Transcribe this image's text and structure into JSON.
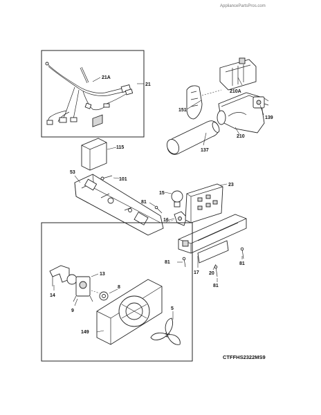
{
  "watermark": "AppliancePartsPros.com",
  "diagram_code": "CTFFHS2322MS9",
  "callouts": {
    "c21A": "21A",
    "c21": "21",
    "c210A": "210A",
    "c151": "151",
    "c139": "139",
    "c210": "210",
    "c137": "137",
    "c115": "115",
    "c53": "53",
    "c101": "101",
    "c23": "23",
    "c15": "15",
    "c81a": "81",
    "c16": "16",
    "c81b": "81",
    "c81c": "81",
    "c17": "17",
    "c20": "20",
    "c81d": "81",
    "c13": "13",
    "c14": "14",
    "c8": "8",
    "c9": "9",
    "c5": "5",
    "c149": "149"
  }
}
